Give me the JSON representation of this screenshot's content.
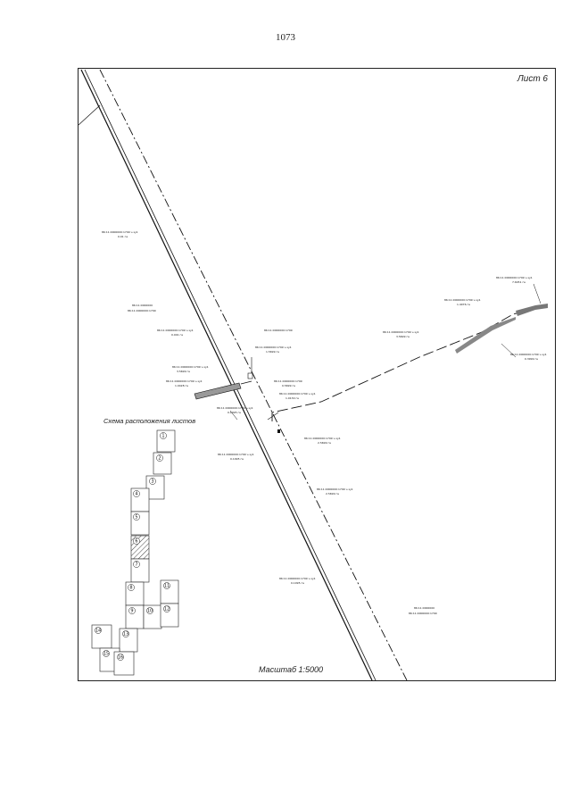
{
  "page_number": "1073",
  "sheet_label": "Лист 6",
  "scale_label": "Масштаб 1:5000",
  "scheme_title": "Схема расположения листов",
  "scheme_sheets": [
    {
      "n": "1"
    },
    {
      "n": "2"
    },
    {
      "n": "3"
    },
    {
      "n": "4"
    },
    {
      "n": "5"
    },
    {
      "n": "6",
      "current": true
    },
    {
      "n": "7"
    },
    {
      "n": "8"
    },
    {
      "n": "9"
    },
    {
      "n": "10"
    },
    {
      "n": "11"
    },
    {
      "n": "12"
    },
    {
      "n": "13"
    },
    {
      "n": "14"
    },
    {
      "n": "15"
    },
    {
      "n": "16"
    }
  ],
  "colors": {
    "line": "#111111",
    "hatch": "#444444",
    "paper": "#ffffff"
  }
}
